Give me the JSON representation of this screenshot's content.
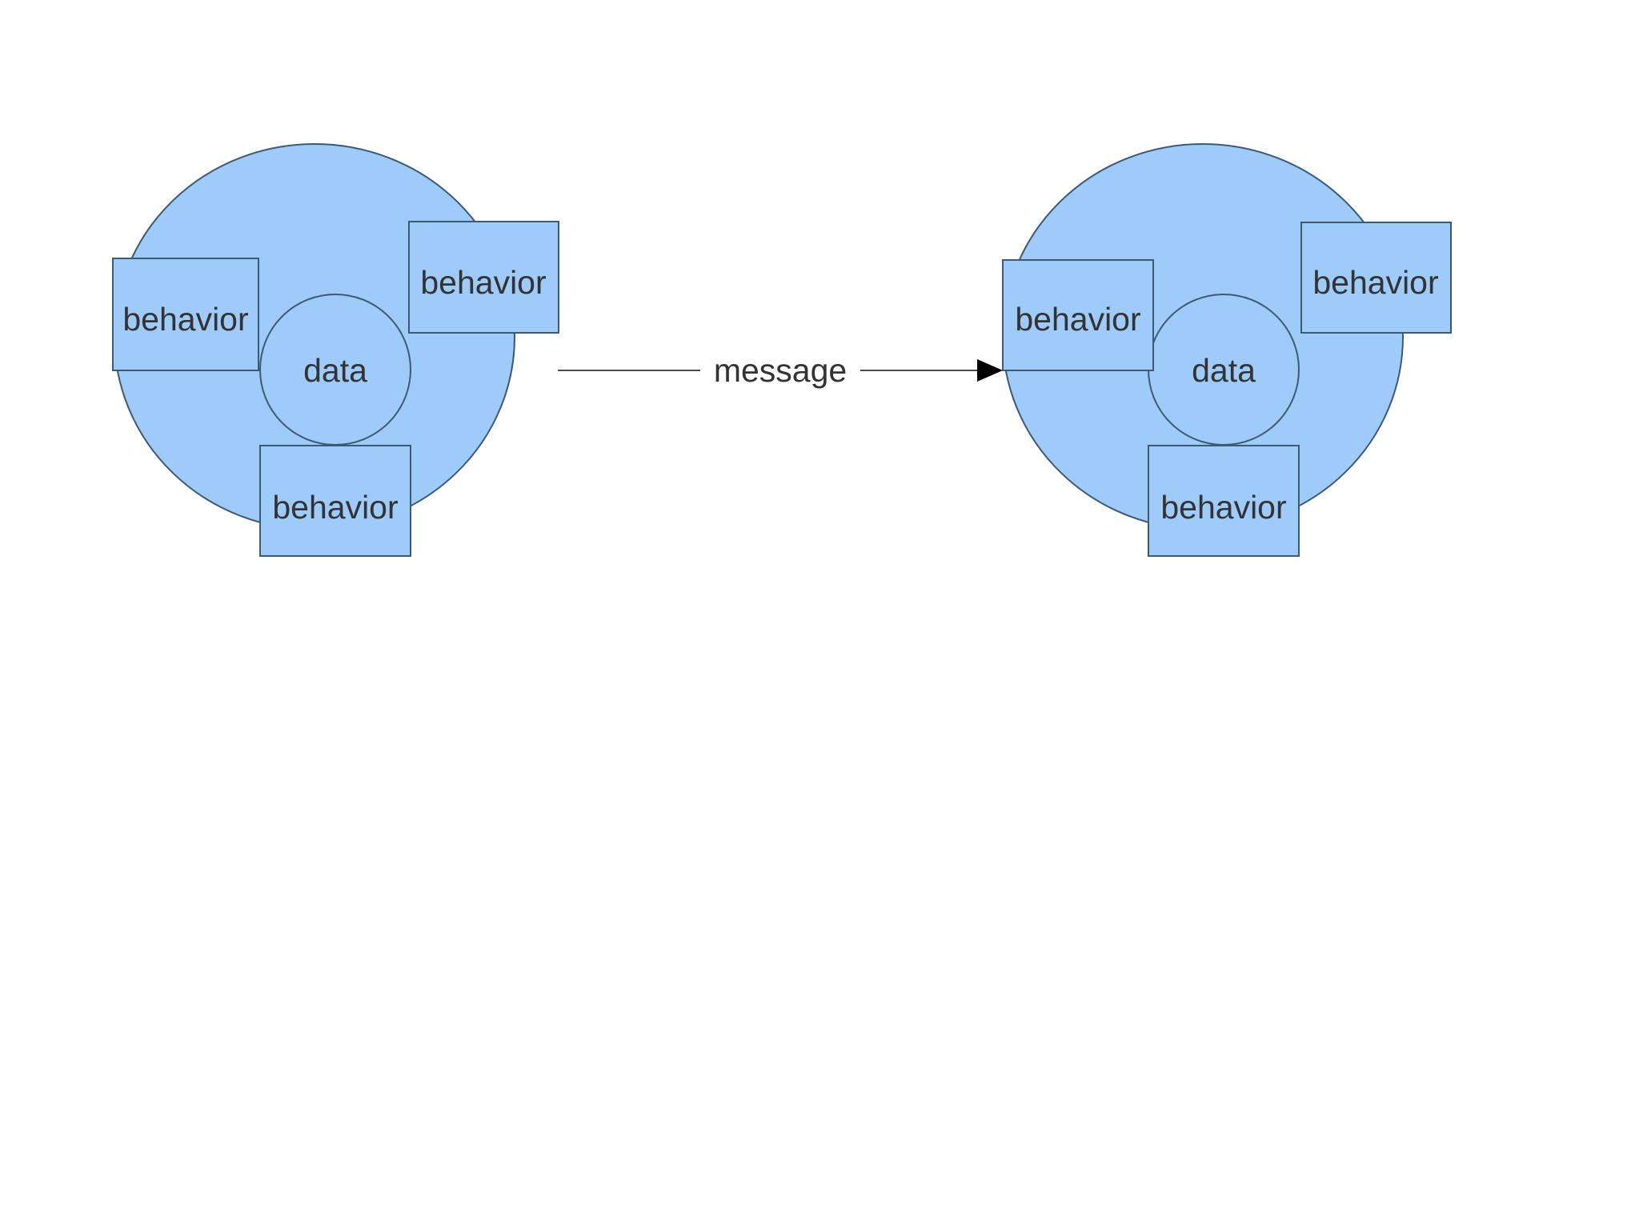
{
  "diagram": {
    "title": "object message passing diagram",
    "background_color": "#ffffff",
    "shape_fill_color": "#9ecbfa",
    "shape_stroke_color": "#3d5a73",
    "text_color": "#333333",
    "arrow_color": "#000000",
    "objects": [
      {
        "id": "sender-object",
        "core_label": "data",
        "behaviors": [
          {
            "position": "left",
            "label": "behavior"
          },
          {
            "position": "top-right",
            "label": "behavior"
          },
          {
            "position": "bottom",
            "label": "behavior"
          }
        ]
      },
      {
        "id": "receiver-object",
        "core_label": "data",
        "behaviors": [
          {
            "position": "left",
            "label": "behavior"
          },
          {
            "position": "top-right",
            "label": "behavior"
          },
          {
            "position": "bottom",
            "label": "behavior"
          }
        ]
      }
    ],
    "connector": {
      "label": "message",
      "direction": "left-to-right",
      "arrowhead": "filled-triangle"
    }
  }
}
